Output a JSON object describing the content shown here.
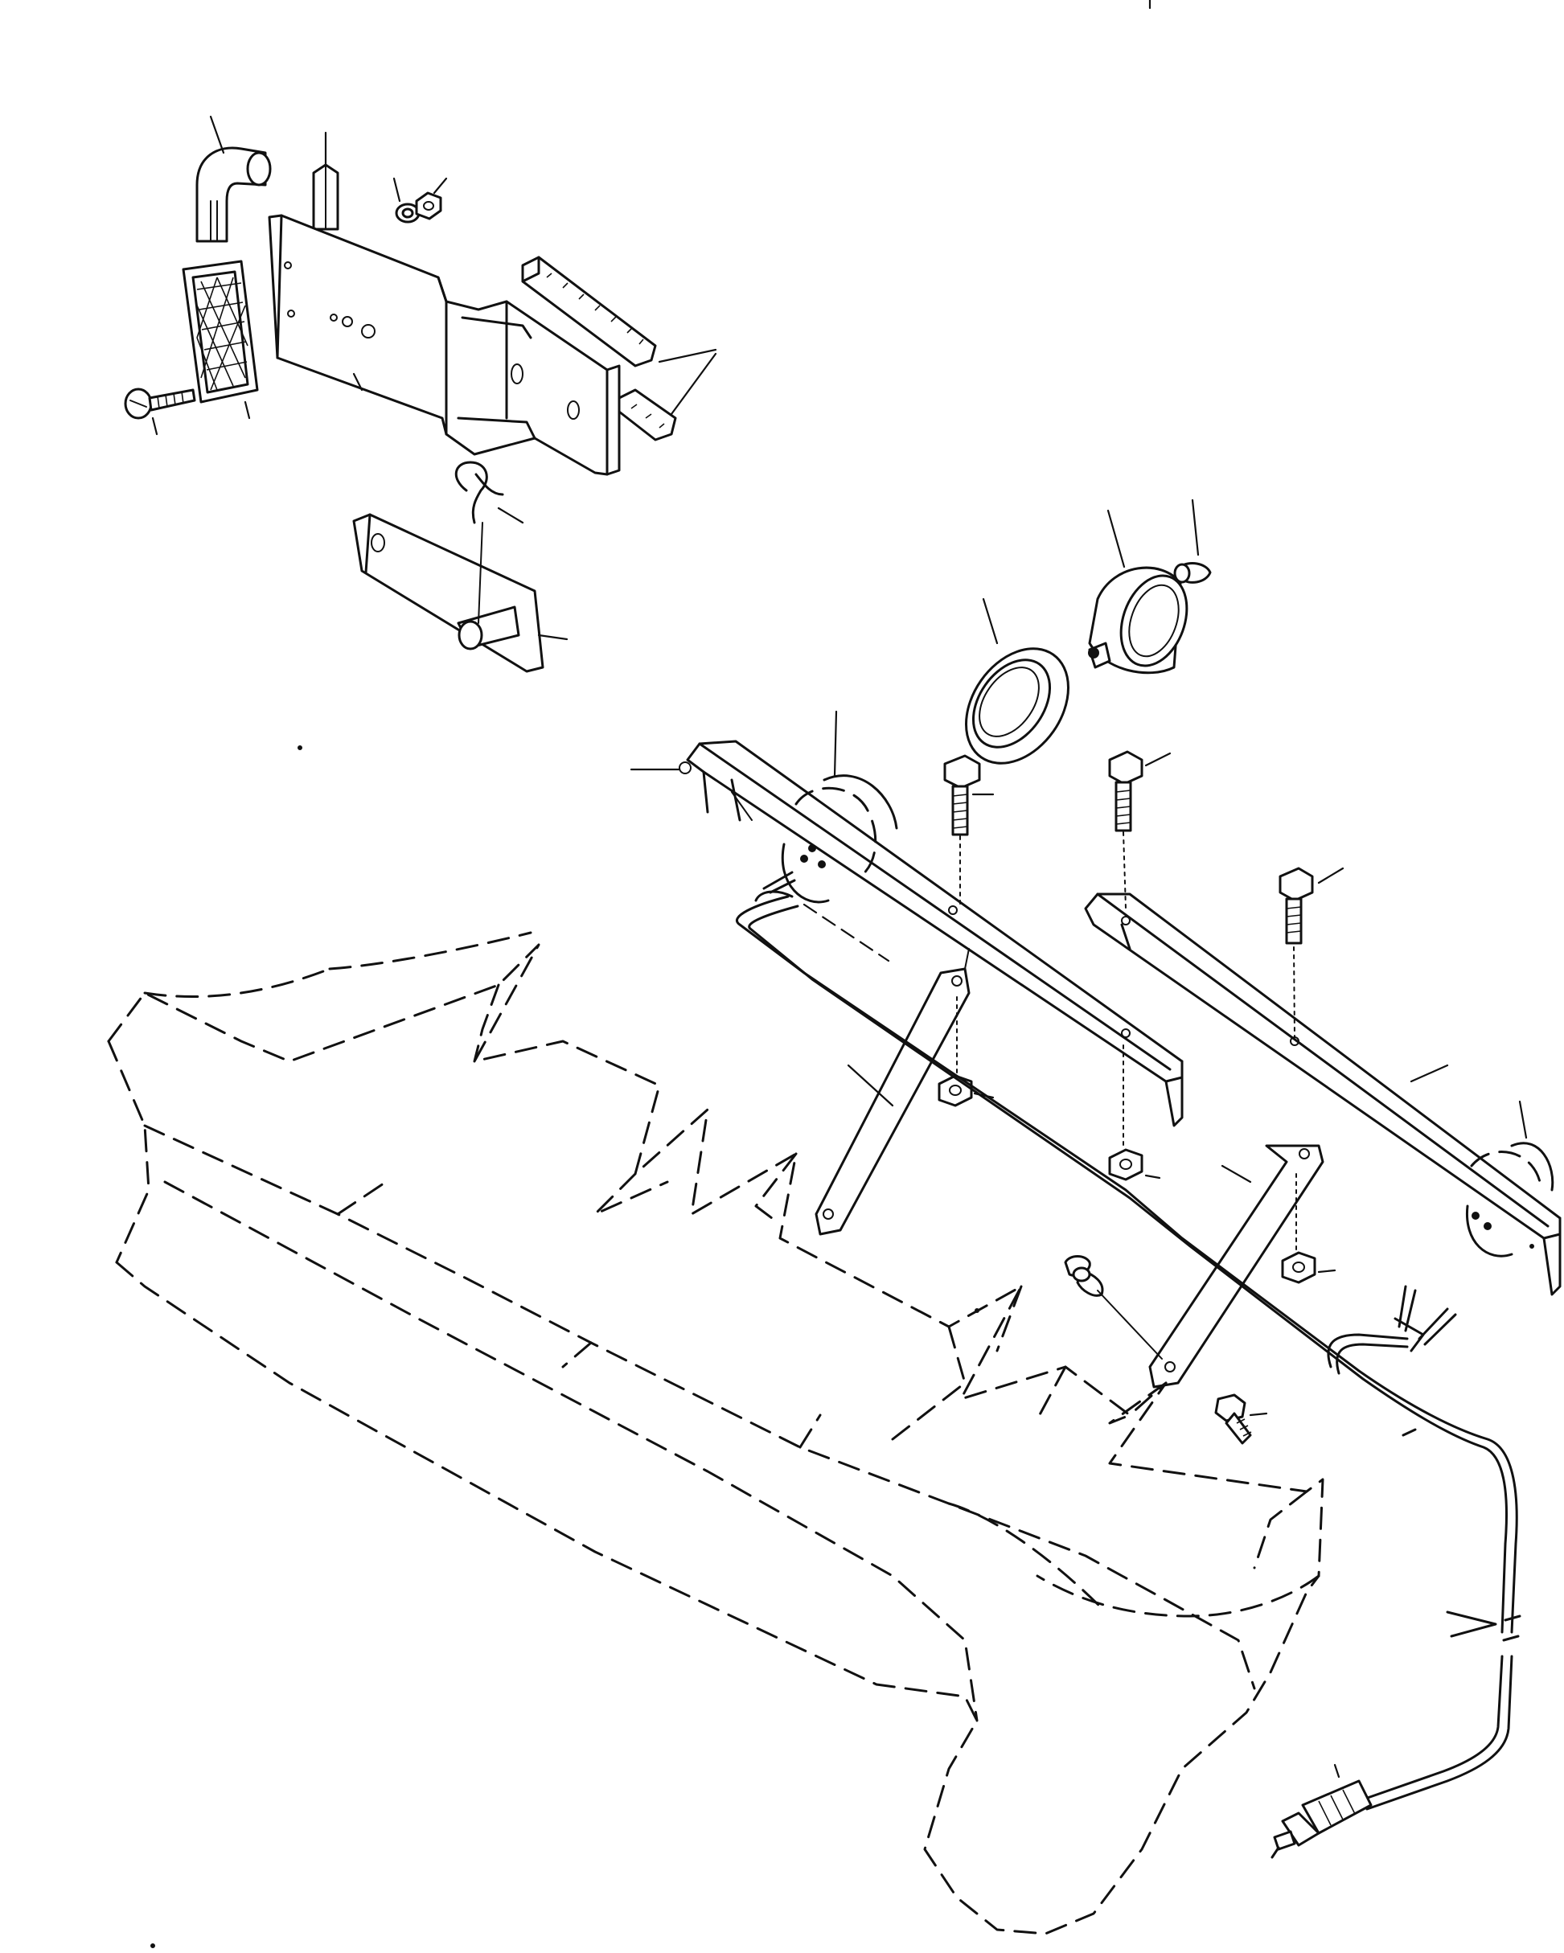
{
  "diagram": {
    "type": "exploded-parts-illustration",
    "line_color": "#111111",
    "background": "#ffffff",
    "parts": [
      {
        "name": "elbow-fitting"
      },
      {
        "name": "spacer-block"
      },
      {
        "name": "washer"
      },
      {
        "name": "nut"
      },
      {
        "name": "reflector-pad"
      },
      {
        "name": "screw"
      },
      {
        "name": "mounting-bracket"
      },
      {
        "name": "foam-strips"
      },
      {
        "name": "retaining-clip"
      },
      {
        "name": "hinge-pin-plate"
      },
      {
        "name": "lamp-housing"
      },
      {
        "name": "bulb"
      },
      {
        "name": "lens-ring"
      },
      {
        "name": "front-support-rail"
      },
      {
        "name": "rear-support-rail"
      },
      {
        "name": "support-strut-left"
      },
      {
        "name": "support-strut-right"
      },
      {
        "name": "hex-bolt"
      },
      {
        "name": "hex-nut"
      },
      {
        "name": "wing-nut"
      },
      {
        "name": "cable-harness"
      },
      {
        "name": "connector-plug"
      },
      {
        "name": "body-outline-reference"
      }
    ]
  }
}
